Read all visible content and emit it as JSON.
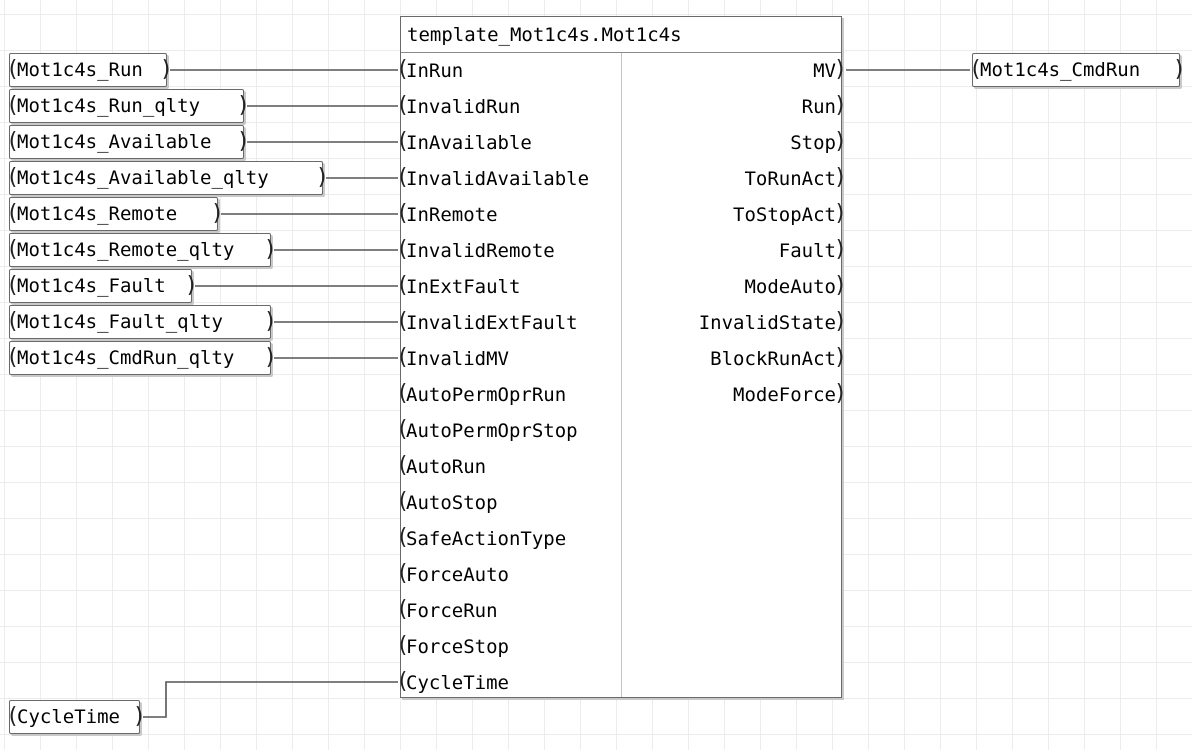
{
  "block": {
    "title": "template_Mot1c4s.Mot1c4s",
    "inputs": [
      "InRun",
      "InvalidRun",
      "InAvailable",
      "InvalidAvailable",
      "InRemote",
      "InvalidRemote",
      "InExtFault",
      "InvalidExtFault",
      "InvalidMV",
      "AutoPermOprRun",
      "AutoPermOprStop",
      "AutoRun",
      "AutoStop",
      "SafeActionType",
      "ForceAuto",
      "ForceRun",
      "ForceStop",
      "CycleTime"
    ],
    "outputs": [
      "MV",
      "Run",
      "Stop",
      "ToRunAct",
      "ToStopAct",
      "Fault",
      "ModeAuto",
      "InvalidState",
      "BlockRunAct",
      "ModeForce"
    ]
  },
  "input_vars": [
    "Mot1c4s_Run",
    "Mot1c4s_Run_qlty",
    "Mot1c4s_Available",
    "Mot1c4s_Available_qlty",
    "Mot1c4s_Remote",
    "Mot1c4s_Remote_qlty",
    "Mot1c4s_Fault",
    "Mot1c4s_Fault_qlty",
    "Mot1c4s_CmdRun_qlty",
    "CycleTime"
  ],
  "output_vars": [
    "Mot1c4s_CmdRun"
  ]
}
